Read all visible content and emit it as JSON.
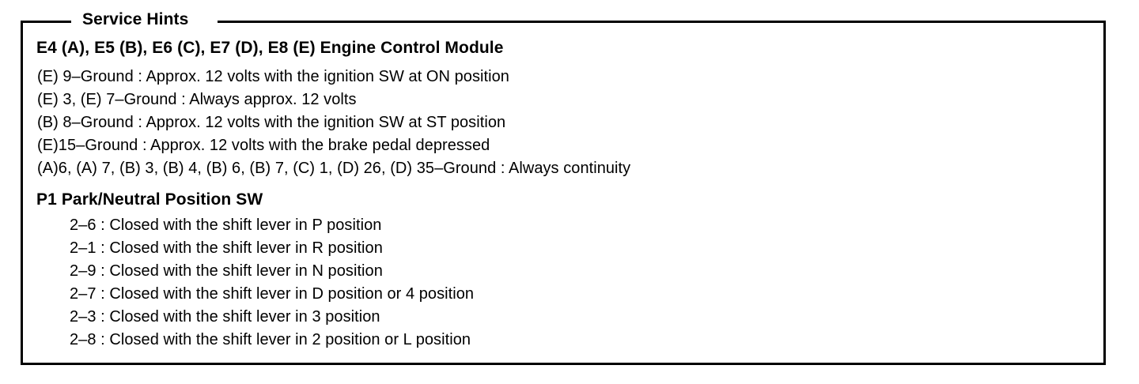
{
  "panel": {
    "legend": "Service Hints",
    "border_color": "#000000",
    "background_color": "#ffffff",
    "text_color": "#000000"
  },
  "sections": [
    {
      "id": "engine-control-module",
      "heading": "E4 (A), E5 (B), E6 (C), E7 (D), E8 (E)  Engine Control Module",
      "lines": [
        "(E)  9–Ground : Approx. 12 volts with the ignition SW at ON position",
        "(E) 3, (E) 7–Ground : Always approx. 12 volts",
        "(B)  8–Ground : Approx. 12 volts with the ignition SW at ST position",
        "(E)15–Ground : Approx. 12 volts with the brake pedal depressed",
        "(A)6, (A) 7, (B) 3, (B) 4, (B) 6, (B) 7, (C) 1, (D) 26, (D) 35–Ground : Always continuity"
      ]
    },
    {
      "id": "park-neutral-position-sw",
      "heading": "P1  Park/Neutral Position SW",
      "lines": [
        "2–6 : Closed with the shift lever in P position",
        "2–1 : Closed with the shift lever in R position",
        "2–9 : Closed with the shift lever in N position",
        "2–7 : Closed with the shift lever in D position or 4 position",
        "2–3 : Closed with the shift lever in 3 position",
        "2–8 : Closed with the shift lever in 2 position or L position"
      ]
    }
  ]
}
